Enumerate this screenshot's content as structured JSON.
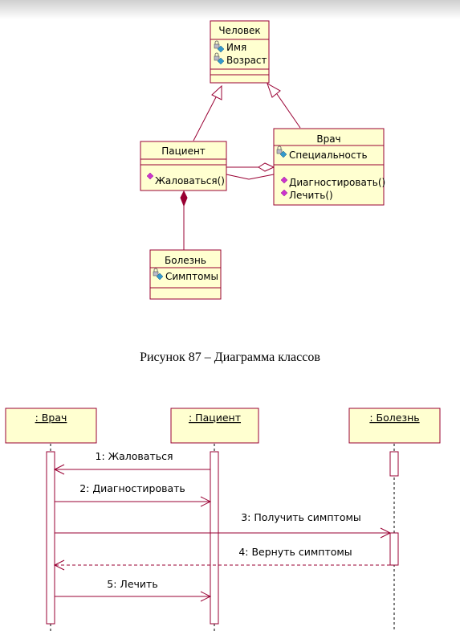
{
  "colors": {
    "box_fill": "#ffffd0",
    "line": "#990033",
    "operation_icon": "#cc33cc",
    "attribute_icon": "#3399cc"
  },
  "class_diagram": {
    "classes": {
      "person": {
        "name": "Человек",
        "attributes": [
          "Имя",
          "Возраст"
        ]
      },
      "patient": {
        "name": "Пациент",
        "operations": [
          "Жаловаться()"
        ]
      },
      "doctor": {
        "name": "Врач",
        "attributes": [
          "Специальность"
        ],
        "operations": [
          "Диагностировать()",
          "Лечить()"
        ]
      },
      "disease": {
        "name": "Болезнь",
        "attributes": [
          "Симптомы"
        ]
      }
    },
    "caption": "Рисунок 87 – Диаграмма классов"
  },
  "sequence_diagram": {
    "lifelines": {
      "doctor": ": Врач",
      "patient": ": Пациент",
      "disease": ": Болезнь"
    },
    "messages": [
      "1: Жаловаться",
      "2: Диагностировать",
      "3: Получить симптомы",
      "4: Вернуть симптомы",
      "5: Лечить"
    ]
  }
}
